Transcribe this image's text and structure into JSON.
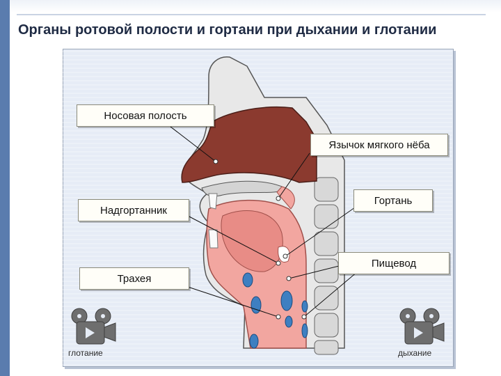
{
  "title": "Органы ротовой полости и гортани при дыхании и глотании",
  "labels": {
    "nasal_cavity": "Носовая полость",
    "uvula": "Язычок мягкого нёба",
    "larynx": "Гортань",
    "epiglottis": "Надгортанник",
    "esophagus": "Пищевод",
    "trachea": "Трахея"
  },
  "media_buttons": {
    "swallowing": "глотание",
    "breathing": "дыхание"
  },
  "colors": {
    "nasal_cavity_fill": "#8b3a2f",
    "oral_tissue_fill": "#f2a6a0",
    "airway_fill": "#3e7fc1",
    "spine_fill": "#d8d8d8"
  }
}
